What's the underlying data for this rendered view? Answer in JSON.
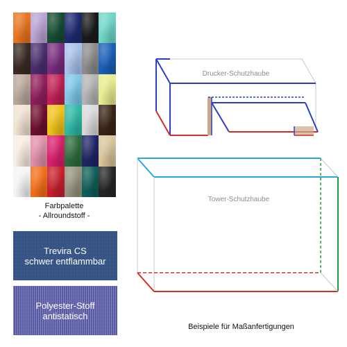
{
  "palette": {
    "caption_line1": "Farbpalette",
    "caption_line2": "- Allroundstoff -",
    "swatches": [
      "#e8751f",
      "#b9a3d4",
      "#154d33",
      "#1f2a6e",
      "#1b1b1b",
      "#6fd6c8",
      "#3a2a24",
      "#4a2e6e",
      "#7a2d7e",
      "#a9c2e8",
      "#8c8c8c",
      "#1a5fb8",
      "#b8a89c",
      "#8f1f5c",
      "#c01f55",
      "#7fc6e6",
      "#b3b3b3",
      "#e8ec8c",
      "#efe3d2",
      "#6e0f2e",
      "#efc21a",
      "#2fb8a6",
      "#d9d9d9",
      "#3a2418",
      "#f8ece4",
      "#df8fa8",
      "#d81f6b",
      "#2e6b3e",
      "#1f2466",
      "#d9c49a",
      "#f4f4f4",
      "#f26f1a",
      "#c81f2e",
      "#96947e",
      "#0f5e58",
      "#262626"
    ]
  },
  "fabrics": {
    "trevira": {
      "line1": "Trevira CS",
      "line2": "schwer entflammbar"
    },
    "polyester": {
      "line1": "Polyester-Stoff",
      "line2": "antistatisch"
    }
  },
  "diagram": {
    "printer_label": "Drucker-Schutzhaube",
    "tower_label": "Tower-Schutzhaube",
    "colors": {
      "blue": "#2a3fc1",
      "red": "#d42a2a",
      "cyan": "#2aa7d9",
      "green": "#1e9e3a",
      "gray": "#c8c8c8",
      "tan": "#c8a98a"
    }
  },
  "footer": "Beispiele für Maßanfertigungen"
}
